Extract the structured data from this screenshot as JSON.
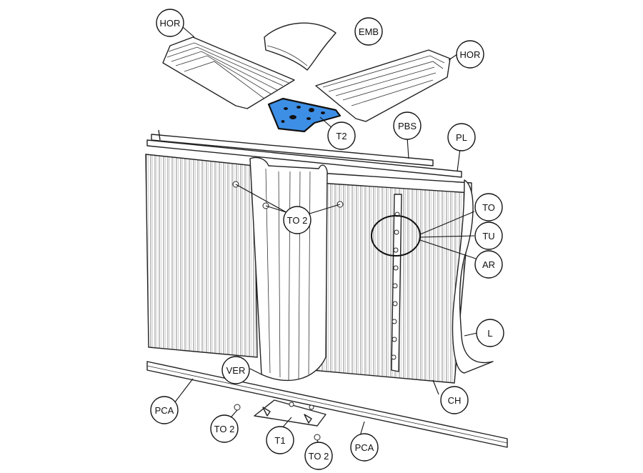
{
  "diagram": {
    "labels": {
      "hor_left": "HOR",
      "emb": "EMB",
      "hor_right": "HOR",
      "t2": "T2",
      "pbs": "PBS",
      "pl": "PL",
      "to_upper": "TO",
      "to2_middle": "TO 2",
      "tu": "TU",
      "ar": "AR",
      "l": "L",
      "ver": "VER",
      "ch": "CH",
      "pca_left": "PCA",
      "to2_left": "TO 2",
      "t1": "T1",
      "to2_bottom": "TO 2",
      "pca_right": "PCA"
    },
    "colors": {
      "highlight_part": "#3d8fe6",
      "line": "#222222",
      "background": "#ffffff"
    }
  }
}
